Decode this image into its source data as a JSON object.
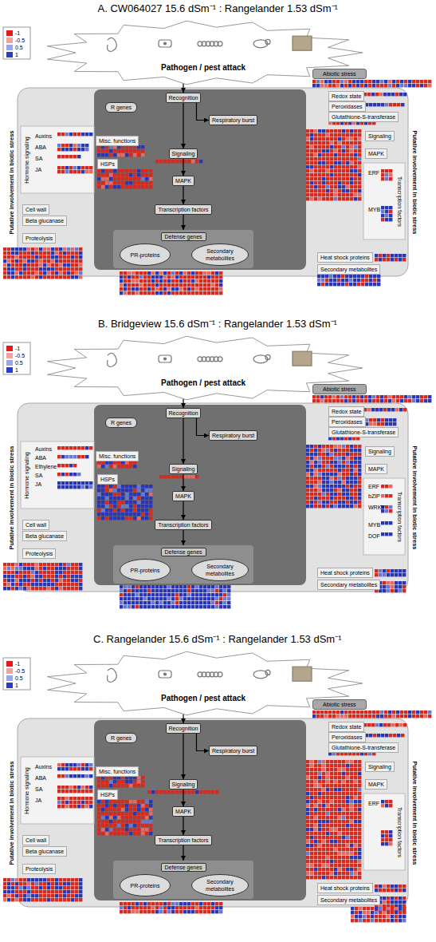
{
  "diagram": {
    "nodes": [
      {
        "text": [
          "Pathogen / pest attack"
        ]
      },
      {
        "text": [
          "Abiotic stress"
        ]
      },
      {
        "text": [
          "Putative involvement in biotic stress",
          "Putative involvement in biotic stress"
        ]
      },
      {
        "text": [
          "Recognition"
        ],
        "in": 2
      },
      {
        "text": [
          "R genes"
        ],
        "in": 2
      },
      {
        "text": [
          "Respiratory burst"
        ],
        "in": 2
      },
      {
        "text": [
          "Signaling"
        ],
        "in": 2
      },
      {
        "text": [
          "MAPK"
        ],
        "in": 2
      },
      {
        "text": [
          "Transcription factors"
        ],
        "in": 2
      },
      {
        "text": [
          "Defense genes"
        ],
        "in": 2
      },
      {
        "text": [
          "PR-proteins"
        ],
        "in": 9
      },
      {
        "text": [
          "Secondary metabolites"
        ],
        "in": 9
      },
      {
        "text": [
          "Hormone signaling"
        ],
        "in": 2
      },
      {
        "text": [
          "Misc. functions"
        ],
        "in": 2
      },
      {
        "text": [
          "HSPs"
        ],
        "in": 2
      },
      {
        "text": [
          "Cell wall"
        ],
        "in": 2
      },
      {
        "text": [
          "Beta glucanase"
        ],
        "in": 2
      },
      {
        "text": [
          "Proteolysis"
        ],
        "in": 2
      },
      {
        "text": [
          "Redox state"
        ],
        "in": 2
      },
      {
        "text": [
          "Peroxidases"
        ],
        "in": 2
      },
      {
        "text": [
          "Glutathione-S-transferase"
        ],
        "in": 2
      },
      {
        "text": [
          "Signaling"
        ],
        "in": 2
      },
      {
        "text": [
          "MAPK"
        ],
        "in": 2
      },
      {
        "text": [
          "Transcription factors"
        ],
        "in": 2
      },
      {
        "text": [
          "Heat shock proteins"
        ],
        "in": 2
      },
      {
        "text": [
          "Secondary metabolites"
        ],
        "in": 2
      },
      {
        "text": [
          "Pathogen / pest attack"
        ]
      },
      {
        "text": [
          "Abiotic stress"
        ]
      },
      {
        "text": [
          "Putative involvement in biotic stress",
          "Putative involvement in biotic stress"
        ]
      },
      {
        "text": [
          "Recognition"
        ],
        "in": 28
      },
      {
        "text": [
          "R genes"
        ],
        "in": 28
      },
      {
        "text": [
          "Respiratory burst"
        ],
        "in": 28
      },
      {
        "text": [
          "Signaling"
        ],
        "in": 28
      },
      {
        "text": [
          "MAPK"
        ],
        "in": 28
      },
      {
        "text": [
          "Transcription factors"
        ],
        "in": 28
      },
      {
        "text": [
          "Defense genes"
        ],
        "in": 28
      },
      {
        "text": [
          "PR-proteins"
        ],
        "in": 35
      },
      {
        "text": [
          "Secondary metabolites"
        ],
        "in": 35
      },
      {
        "text": [
          "Hormone signaling"
        ],
        "in": 28
      },
      {
        "text": [
          "Misc. functions"
        ],
        "in": 28
      },
      {
        "text": [
          "HSPs"
        ],
        "in": 28
      },
      {
        "text": [
          "Cell wall"
        ],
        "in": 28
      },
      {
        "text": [
          "Beta glucanase"
        ],
        "in": 28
      },
      {
        "text": [
          "Proteolysis"
        ],
        "in": 28
      },
      {
        "text": [
          "Redox state"
        ],
        "in": 28
      },
      {
        "text": [
          "Peroxidases"
        ],
        "in": 28
      },
      {
        "text": [
          "Glutathione-S-transferase"
        ],
        "in": 28
      },
      {
        "text": [
          "Signaling"
        ],
        "in": 28
      },
      {
        "text": [
          "MAPK"
        ],
        "in": 28
      },
      {
        "text": [
          "Transcription factors"
        ],
        "in": 28
      },
      {
        "text": [
          "Heat shock proteins"
        ],
        "in": 28
      },
      {
        "text": [
          "Secondary metabolites"
        ],
        "in": 28
      },
      {
        "text": [
          "Pathogen / pest attack"
        ]
      },
      {
        "text": [
          "Abiotic stress"
        ]
      },
      {
        "text": [
          "Putative involvement in biotic stress",
          "Putative involvement in biotic stress"
        ]
      },
      {
        "text": [
          "Recognition"
        ],
        "in": 54
      },
      {
        "text": [
          "R genes"
        ],
        "in": 54
      },
      {
        "text": [
          "Respiratory burst"
        ],
        "in": 54
      },
      {
        "text": [
          "Signaling"
        ],
        "in": 54
      },
      {
        "text": [
          "MAPK"
        ],
        "in": 54
      },
      {
        "text": [
          "Transcription factors"
        ],
        "in": 54
      },
      {
        "text": [
          "Defense genes"
        ],
        "in": 54
      },
      {
        "text": [
          "PR-proteins"
        ],
        "in": 61
      },
      {
        "text": [
          "Secondary metabolites"
        ],
        "in": 61
      },
      {
        "text": [
          "Hormone signaling"
        ],
        "in": 54
      },
      {
        "text": [
          "Misc. functions"
        ],
        "in": 54
      },
      {
        "text": [
          "HSPs"
        ],
        "in": 54
      },
      {
        "text": [
          "Cell wall"
        ],
        "in": 54
      },
      {
        "text": [
          "Beta glucanase"
        ],
        "in": 54
      },
      {
        "text": [
          "Proteolysis"
        ],
        "in": 54
      },
      {
        "text": [
          "Redox state"
        ],
        "in": 54
      },
      {
        "text": [
          "Peroxidases"
        ],
        "in": 54
      },
      {
        "text": [
          "Glutathione-S-transferase"
        ],
        "in": 54
      },
      {
        "text": [
          "Signaling"
        ],
        "in": 54
      },
      {
        "text": [
          "MAPK"
        ],
        "in": 54
      },
      {
        "text": [
          "Transcription factors"
        ],
        "in": 54
      },
      {
        "text": [
          "Heat shock proteins"
        ],
        "in": 54
      },
      {
        "text": [
          "Secondary metabolites"
        ],
        "in": 54
      }
    ],
    "edges": [
      {
        "from": 0,
        "to": 3,
        "arrow": "to"
      },
      {
        "from": 3,
        "to": 5,
        "arrow": "to"
      },
      {
        "from": 3,
        "to": 6,
        "arrow": "to"
      },
      {
        "from": 6,
        "to": 7,
        "arrow": "to"
      },
      {
        "from": 7,
        "to": 8,
        "arrow": "to"
      },
      {
        "from": 8,
        "to": 9,
        "arrow": "to"
      },
      {
        "from": 26,
        "to": 29,
        "arrow": "to"
      },
      {
        "from": 29,
        "to": 31,
        "arrow": "to"
      },
      {
        "from": 29,
        "to": 32,
        "arrow": "to"
      },
      {
        "from": 32,
        "to": 33,
        "arrow": "to"
      },
      {
        "from": 33,
        "to": 34,
        "arrow": "to"
      },
      {
        "from": 34,
        "to": 35,
        "arrow": "to"
      },
      {
        "from": 52,
        "to": 55,
        "arrow": "to"
      },
      {
        "from": 55,
        "to": 57,
        "arrow": "to"
      },
      {
        "from": 55,
        "to": 58,
        "arrow": "to"
      },
      {
        "from": 58,
        "to": 59,
        "arrow": "to"
      },
      {
        "from": 59,
        "to": 60,
        "arrow": "to"
      },
      {
        "from": 60,
        "to": 61,
        "arrow": "to"
      }
    ],
    "labels": [
      "A. CW064027 15.6 dSm⁻¹ : Rangelander 1.53 dSm⁻¹",
      "Auxins",
      "ABA",
      "SA",
      "JA",
      "ERF",
      "MYB",
      "B. Bridgeview 15.6 dSm⁻¹ : Rangelander 1.53 dSm⁻¹",
      "Auxins",
      "ABA",
      "Ethylene",
      "SA",
      "JA",
      "ERF",
      "bZIP",
      "WRKY",
      "MYB",
      "DOF",
      "C. Rangelander 15.6 dSm⁻¹ : Rangelander 1.53 dSm⁻¹",
      "Auxins",
      "ABA",
      "SA",
      "JA",
      "ERF"
    ],
    "legend": [
      {
        "text": "-1",
        "color": "#e31a1c"
      },
      {
        "text": "-0.5",
        "color": "#f4a09c"
      },
      {
        "text": "0.5",
        "color": "#9aa6ea"
      },
      {
        "text": "1",
        "color": "#2c3ec0"
      },
      {
        "text": "-1",
        "color": "#e31a1c"
      },
      {
        "text": "-0.5",
        "color": "#f4a09c"
      },
      {
        "text": "0.5",
        "color": "#9aa6ea"
      },
      {
        "text": "1",
        "color": "#2c3ec0"
      },
      {
        "text": "-1",
        "color": "#e31a1c"
      },
      {
        "text": "-0.5",
        "color": "#f4a09c"
      },
      {
        "text": "0.5",
        "color": "#9aa6ea"
      },
      {
        "text": "1",
        "color": "#2c3ec0"
      }
    ]
  }
}
